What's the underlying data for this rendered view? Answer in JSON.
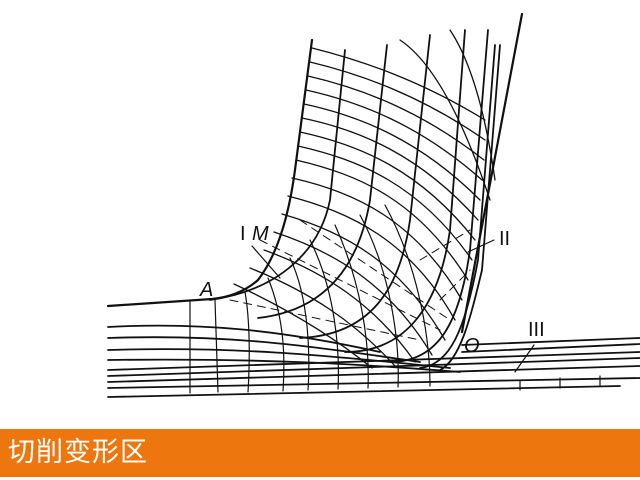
{
  "diagram": {
    "title": "切削变形区",
    "labels": {
      "zone_1": "I",
      "point_M": "M",
      "point_A": "A",
      "zone_2": "II",
      "point_O": "O",
      "zone_3": "III"
    },
    "stroke_color": "#111111"
  },
  "caption": {
    "text": "切削变形区",
    "background": "#ee760e",
    "color": "#ffffff"
  }
}
